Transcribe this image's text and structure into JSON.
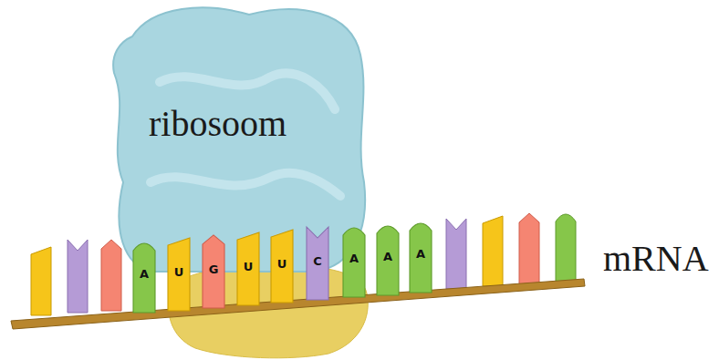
{
  "diagram": {
    "nodes": [
      {
        "text": [
          "ribosoom"
        ]
      },
      {
        "text": [
          "A"
        ]
      },
      {
        "text": [
          "U"
        ]
      },
      {
        "text": [
          "G"
        ]
      },
      {
        "text": [
          "U"
        ]
      },
      {
        "text": [
          "U"
        ]
      },
      {
        "text": [
          "C"
        ]
      },
      {
        "text": [
          "A"
        ]
      },
      {
        "text": [
          "A"
        ]
      },
      {
        "text": [
          "A"
        ]
      }
    ],
    "labels": [
      "mRNA"
    ]
  }
}
